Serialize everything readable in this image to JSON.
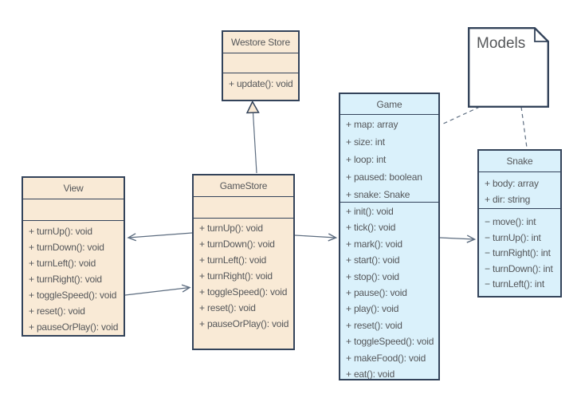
{
  "diagram": {
    "colors": {
      "store_fill": "#f9ead6",
      "entity_fill": "#daf1fb",
      "note_fill": "#ffffff",
      "border": "#33435a",
      "text": "#55575a",
      "connector": "#5d6d80"
    },
    "classes": {
      "westore_store": {
        "title": "Westore Store",
        "attributes": [],
        "methods": [
          "+ update(): void"
        ]
      },
      "view": {
        "title": "View",
        "attributes": [],
        "methods": [
          "+ turnUp(): void",
          "+ turnDown(): void",
          "+ turnLeft(): void",
          "+ turnRight(): void",
          "+ toggleSpeed(): void",
          "+ reset(): void",
          "+ pauseOrPlay(): void"
        ]
      },
      "game_store": {
        "title": "GameStore",
        "attributes": [],
        "methods": [
          "+ turnUp(): void",
          "+ turnDown(): void",
          "+ turnLeft(): void",
          "+ turnRight(): void",
          "+ toggleSpeed(): void",
          "+ reset(): void",
          "+ pauseOrPlay(): void"
        ]
      },
      "game": {
        "title": "Game",
        "attributes": [
          "+ map: array",
          "+ size: int",
          "+ loop: int",
          "+ paused: boolean",
          "+ snake: Snake"
        ],
        "methods": [
          "+ init(): void",
          "+ tick(): void",
          "+ mark(): void",
          "+ start(): void",
          "+ stop(): void",
          "+ pause(): void",
          "+ play(): void",
          "+ reset(): void",
          "+ toggleSpeed(): void",
          "+ makeFood(): void",
          "+ eat(): void"
        ]
      },
      "snake": {
        "title": "Snake",
        "attributes": [
          "+ body: array",
          "+ dir: string"
        ],
        "methods": [
          "− move(): int",
          "− turnUp(): int",
          "− turnRight(): int",
          "− turnDown(): int",
          "− turnLeft(): int"
        ]
      }
    },
    "note": {
      "label": "Models"
    }
  }
}
